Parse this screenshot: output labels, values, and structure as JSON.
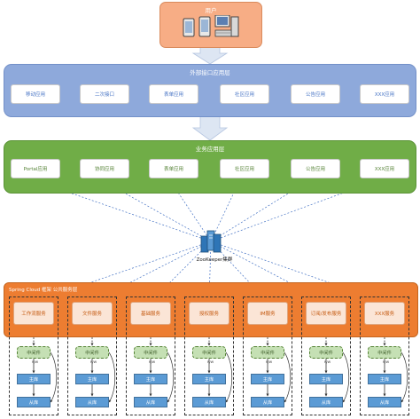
{
  "user": {
    "title": "用户"
  },
  "external_layer": {
    "title": "外部接口应用层",
    "items": [
      "移动应用",
      "二次接口",
      "表单应用",
      "社区应用",
      "公告应用",
      "XXX应用"
    ]
  },
  "business_layer": {
    "title": "业务应用层",
    "items": [
      "Portal应用",
      "协同应用",
      "表单应用",
      "社区应用",
      "公告应用",
      "XXX应用"
    ]
  },
  "zookeeper": {
    "label": "ZooKeeper集群"
  },
  "public_services": {
    "title": "Spring Cloud 框架    公共服务层",
    "services": [
      {
        "name": "工作流服务",
        "middleware": "中间件",
        "rw": "R/W",
        "master": "主库",
        "slave": "从库"
      },
      {
        "name": "文件服务",
        "middleware": "中间件",
        "rw": "R/W",
        "master": "主库",
        "slave": "从库"
      },
      {
        "name": "基础服务",
        "middleware": "中间件",
        "rw": "R/W",
        "master": "主库",
        "slave": "从库"
      },
      {
        "name": "授权服务",
        "middleware": "中间件",
        "rw": "R/W",
        "master": "主库",
        "slave": "从库"
      },
      {
        "name": "IM服务",
        "middleware": "中间件",
        "rw": "R/W",
        "master": "主库",
        "slave": "从库"
      },
      {
        "name": "订阅/发布服务",
        "middleware": "中间件",
        "rw": "R/W",
        "master": "主库",
        "slave": "从库"
      },
      {
        "name": "XXX服务",
        "middleware": "中间件",
        "rw": "R/W",
        "master": "主库",
        "slave": "从库"
      }
    ]
  },
  "colors": {
    "user": "#f7ad85",
    "external_layer": "#8ea9db",
    "business_layer": "#70ad47",
    "public_services": "#ed7d31",
    "middleware": "#c5e0b4",
    "database": "#5b9bd5"
  },
  "icons": [
    "tablet-icon",
    "phone-icon",
    "desktop-computer-icon",
    "server-cluster-icon"
  ]
}
